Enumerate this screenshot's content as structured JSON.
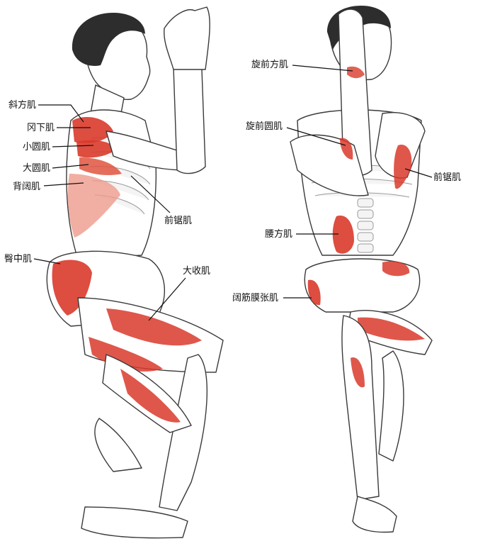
{
  "colors": {
    "muscle": "#d93a2b",
    "muscle_light": "#ee9a8c",
    "outline": "#3a3a3a"
  },
  "side_view": {
    "labels": {
      "trapezius": "斜方肌",
      "supraspinatus": "冈下肌",
      "teres_minor": "小圆肌",
      "teres_major": "大圆肌",
      "latissimus": "背阔肌",
      "serratus": "前锯肌",
      "gluteus_medius": "臀中肌",
      "adductor_magnus": "大收肌"
    }
  },
  "front_view": {
    "labels": {
      "pronator_quadratus": "旋前方肌",
      "pronator_teres": "旋前圆肌",
      "serratus": "前锯肌",
      "quadratus_lumborum": "腰方肌",
      "tfl": "阔筋膜张肌"
    }
  }
}
